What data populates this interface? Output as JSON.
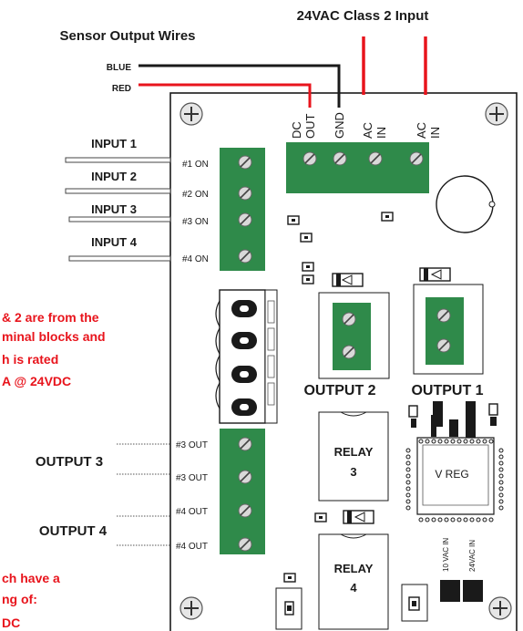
{
  "wires": {
    "title": "Sensor Output Wires",
    "blue": "BLUE",
    "red": "RED"
  },
  "power": {
    "title": "24VAC Class 2 Input"
  },
  "terminals_top": {
    "dc_out": [
      "DC",
      "OUT"
    ],
    "gnd": "GND",
    "ac_in_1": [
      "AC",
      "IN"
    ],
    "ac_in_2": [
      "AC",
      "IN"
    ]
  },
  "inputs": {
    "labels": [
      "INPUT 1",
      "INPUT 2",
      "INPUT 3",
      "INPUT 4"
    ],
    "pins": [
      "#1 ON",
      "#2 ON",
      "#3 ON",
      "#4 ON"
    ]
  },
  "outputs": {
    "output1": "OUTPUT 1",
    "output2": "OUTPUT 2",
    "output3": "OUTPUT 3",
    "output4": "OUTPUT 4",
    "pins": [
      "#3 OUT",
      "#3 OUT",
      "#4 OUT",
      "#4 OUT"
    ]
  },
  "note1": [
    "& 2 are from the",
    "minal blocks and",
    "h is rated",
    "A @ 24VDC"
  ],
  "note2": [
    "ch have a",
    "ng of:",
    "DC"
  ],
  "relays": {
    "relay3": [
      "RELAY",
      "3"
    ],
    "relay4": [
      "RELAY",
      "4"
    ]
  },
  "vreg": {
    "label": "V REG",
    "in10": "10 VAC IN",
    "in24": "24VAC IN"
  },
  "colors": {
    "board": "#ffffff",
    "terminal": "#2f8a4a",
    "wire_red": "#e8141c",
    "wire_black": "#1a1a1a",
    "note_text": "#e8141c"
  }
}
